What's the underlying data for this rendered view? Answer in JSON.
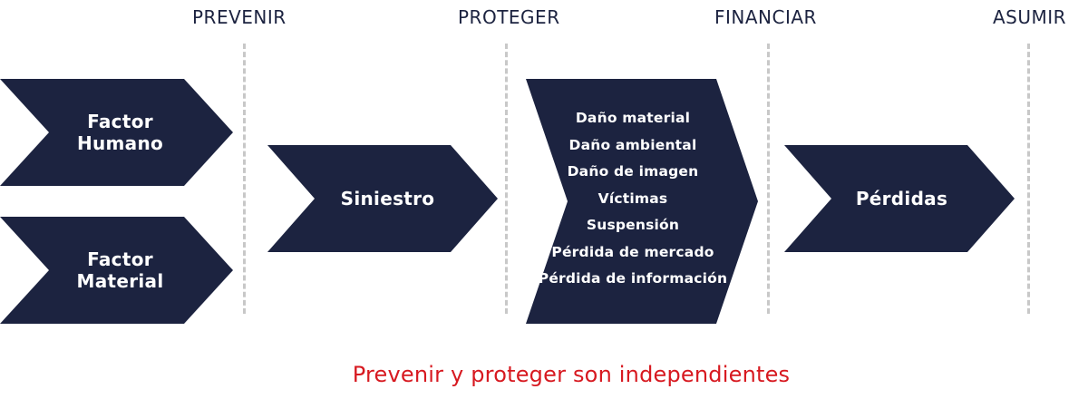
{
  "phases": [
    {
      "id": "prevenir",
      "label": "PREVENIR"
    },
    {
      "id": "proteger",
      "label": "PROTEGER"
    },
    {
      "id": "financiar",
      "label": "FINANCIAR"
    },
    {
      "id": "asumir",
      "label": "ASUMIR"
    }
  ],
  "factors": [
    {
      "line1": "Factor",
      "line2": "Humano"
    },
    {
      "line1": "Factor",
      "line2": "Material"
    }
  ],
  "event": {
    "label": "Siniestro"
  },
  "damages": [
    "Daño material",
    "Daño ambiental",
    "Daño de imagen",
    "Víctimas",
    "Suspensión",
    "Pérdida de mercado",
    "Pérdida de información"
  ],
  "outcome": {
    "label": "Pérdidas"
  },
  "footnote": "Prevenir y proteger son independientes",
  "colors": {
    "chevron_fill": "#1c2340",
    "phase_text": "#1c2340",
    "divider": "#c8c8c8",
    "footnote": "#d71920"
  }
}
